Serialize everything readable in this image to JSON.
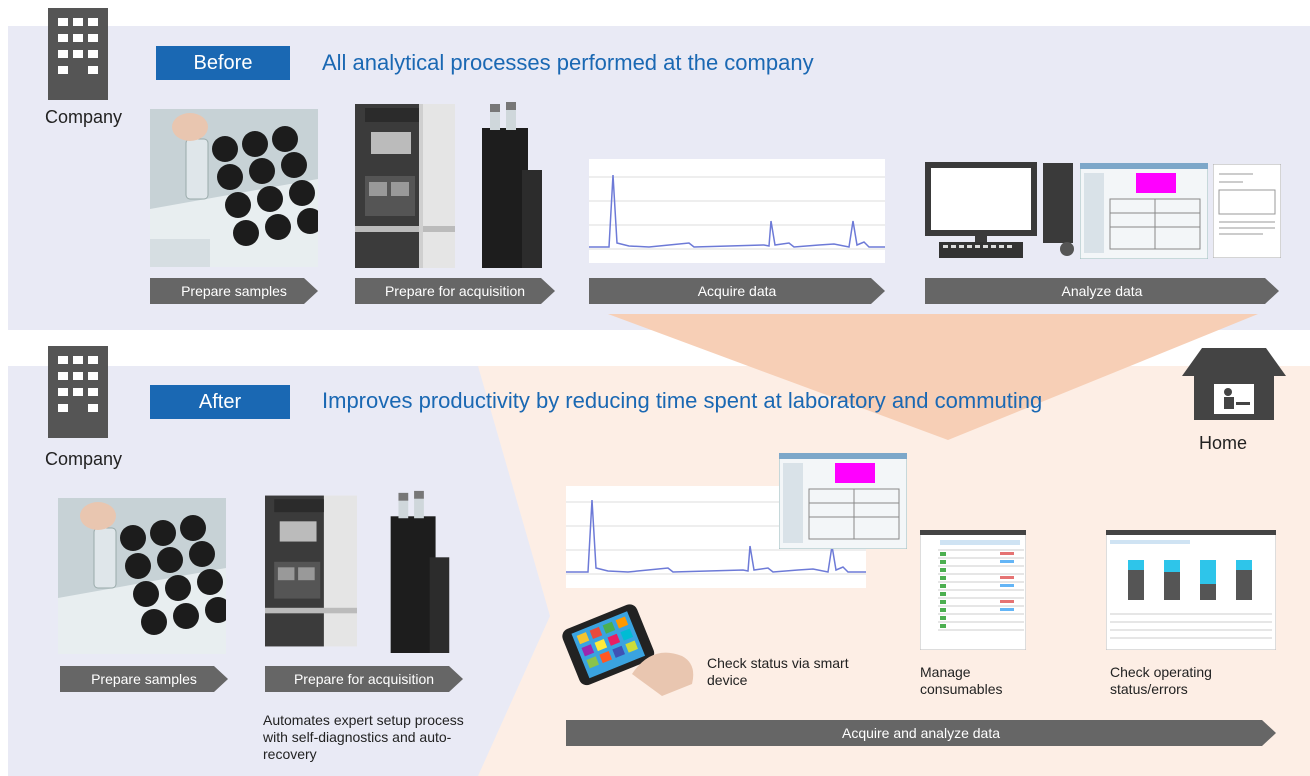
{
  "before": {
    "tag": "Before",
    "heading": "All analytical processes performed at the company",
    "location": "Company",
    "steps": [
      "Prepare samples",
      "Prepare for acquisition",
      "Acquire data",
      "Analyze data"
    ]
  },
  "after": {
    "tag": "After",
    "heading": "Improves productivity by reducing time spent at laboratory and commuting",
    "location": "Company",
    "home_label": "Home",
    "steps": [
      "Prepare samples",
      "Prepare for acquisition",
      "Acquire and analyze data"
    ],
    "note_expert": "Automates expert setup process with self-diagnostics and auto-recovery",
    "note_smart": "Check status via smart device",
    "note_consumables": "Manage consumables",
    "note_status": "Check operating status/errors"
  },
  "colors": {
    "accent": "#1a68b3",
    "panel": "#e9eaf5",
    "home": "#fdeee5",
    "arrow": "#f7cfb6",
    "step": "#666666",
    "cyan": "#2ec5ea",
    "magenta": "#ff00ff"
  }
}
